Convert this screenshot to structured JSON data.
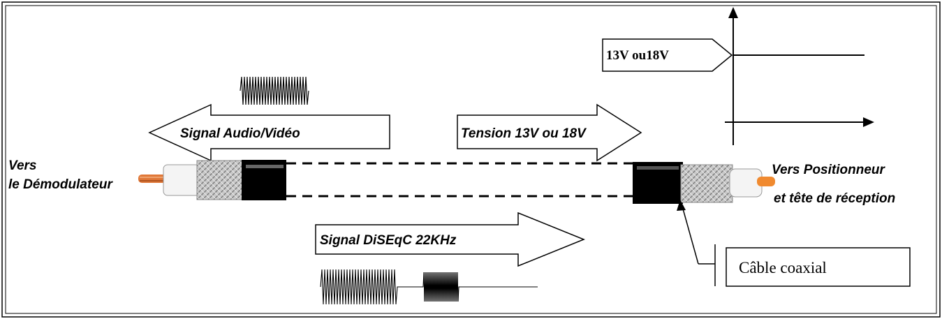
{
  "labels": {
    "left_end_line1": "Vers",
    "left_end_line2": "le Démodulateur",
    "right_end_line1": "Vers Positionneur",
    "right_end_line2": "et tête de réception",
    "audio_video_arrow": "Signal Audio/Vidéo",
    "voltage_arrow": "Tension 13V ou 18V",
    "diseqc_arrow": "Signal DiSEqC 22KHz",
    "voltage_level": "13V ou18V",
    "cable_callout": "Câble coaxial"
  },
  "colors": {
    "conductor_core": "#e07838",
    "braid": "#b8b8b8",
    "jacket": "#000000",
    "insulator": "#f4f4f4"
  }
}
